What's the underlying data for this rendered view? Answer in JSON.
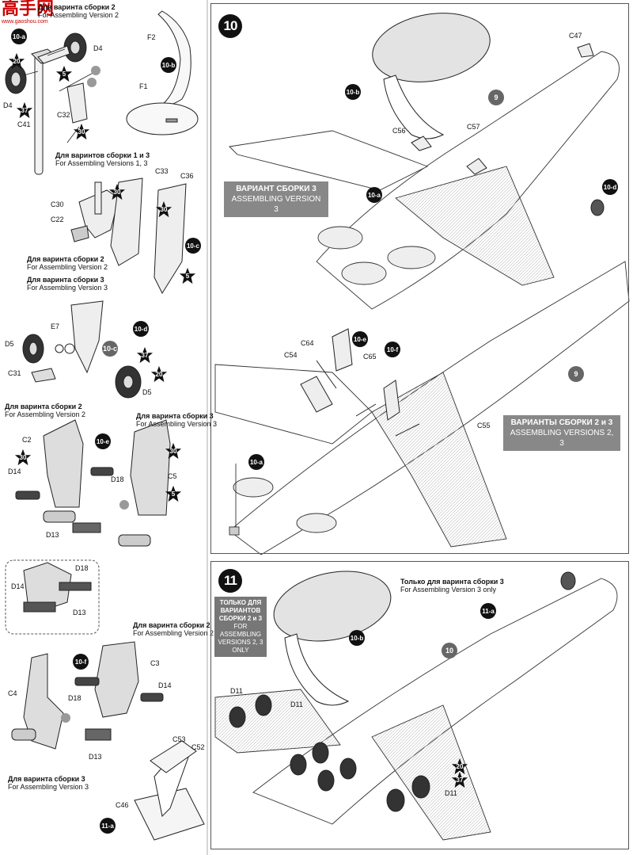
{
  "watermark": {
    "text": "高手网",
    "url": "www.gaoshou.com"
  },
  "left_column": {
    "assembly_10a": {
      "badge": "10-a",
      "caption_ru": "Для варинта сборки 2",
      "caption_en": "For Assembling Version 2",
      "parts": [
        "D4",
        "D4",
        "C32",
        "C41"
      ],
      "caption2_ru": "Для варинтов сборки 1 и 3",
      "caption2_en": "For Assembling Versions 1, 3",
      "stars": [
        "20",
        "37",
        "5",
        "30"
      ]
    },
    "assembly_10b": {
      "badge": "10-b",
      "parts": [
        "F2",
        "F1"
      ]
    },
    "assembly_10c": {
      "badge": "10-c",
      "parts": [
        "C33",
        "C36",
        "C30",
        "C22"
      ],
      "stars": [
        "30",
        "30",
        "5"
      ],
      "caption_ru": "Для варинта сборки 2",
      "caption_en": "For Assembling Version 2",
      "caption2_ru": "Для варинта сборки 3",
      "caption2_en": "For Assembling Version 3"
    },
    "assembly_10d": {
      "badge": "10-d",
      "inner_badge": "10-c",
      "parts": [
        "E7",
        "D5",
        "C31",
        "D5"
      ],
      "stars": [
        "37",
        "20"
      ]
    },
    "assembly_10e": {
      "badge": "10-e",
      "caption_left_ru": "Для варинта сборки 2",
      "caption_left_en": "For Assembling Version 2",
      "caption_right_ru": "Для варинта сборки 3",
      "caption_right_en": "For Assembling Version 3",
      "parts": [
        "C2",
        "D14",
        "D18",
        "D13",
        "C5"
      ],
      "stars": [
        "30",
        "30",
        "5"
      ]
    },
    "detail_inset": {
      "parts": [
        "D18",
        "D14",
        "D13"
      ]
    },
    "assembly_10f": {
      "badge": "10-f",
      "caption_ru": "Для варинта сборки 2",
      "caption_en": "For Assembling Version 2",
      "parts": [
        "C3",
        "C4",
        "D14",
        "D18",
        "D13"
      ],
      "caption2_ru": "Для варинта сборки 3",
      "caption2_en": "For Assembling Version 3"
    },
    "assembly_11a": {
      "badge": "11-a",
      "parts": [
        "C53",
        "C52",
        "C46"
      ]
    }
  },
  "step10": {
    "number": "10",
    "badges": [
      "10-b",
      "10-a",
      "10-d",
      "10-e",
      "10-f",
      "10-a"
    ],
    "parts": [
      "C47",
      "C56",
      "C57",
      "C64",
      "C54",
      "C65",
      "C55"
    ],
    "fuselage_badges": [
      "9",
      "9"
    ],
    "version3_box": {
      "ru": "ВАРИАНТ СБОРКИ 3",
      "en": "ASSEMBLING VERSION 3"
    },
    "versions23_box": {
      "ru": "ВАРИАНТЫ СБОРКИ 2 и 3",
      "en": "ASSEMBLING VERSIONS 2, 3"
    }
  },
  "step11": {
    "number": "11",
    "only_box": {
      "ru": "ТОЛЬКО ДЛЯ ВАРИАНТОВ СБОРКИ 2 и 3",
      "en": "FOR ASSEMBLING VERSIONS 2, 3 ONLY"
    },
    "caption_ru": "Только для варинта сборки 3",
    "caption_en": "For Assembling Version 3 only",
    "badges": [
      "11-a",
      "10-b"
    ],
    "fuselage_badge": "10",
    "parts": [
      "D11",
      "D11",
      "D11"
    ],
    "stars": [
      "20",
      "37"
    ]
  }
}
